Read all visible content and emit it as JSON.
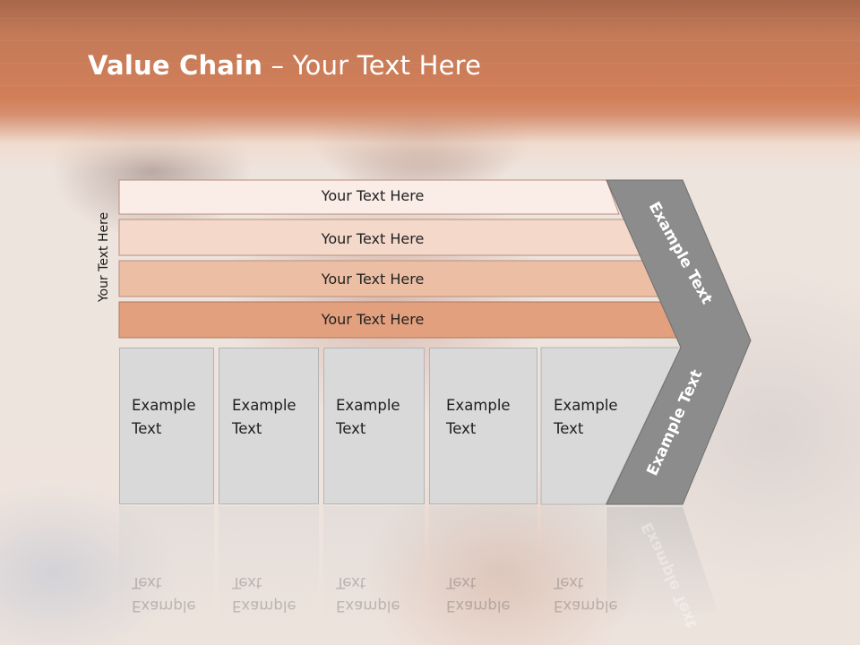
{
  "title": {
    "bold": "Value Chain",
    "rest": " – Your Text Here"
  },
  "side_label": "Your Text Here",
  "rows": [
    {
      "label": "Your Text Here",
      "color": "#faece6"
    },
    {
      "label": "Your Text Here",
      "color": "#f4d8ca"
    },
    {
      "label": "Your Text Here",
      "color": "#ecbfa5"
    },
    {
      "label": "Your Text Here",
      "color": "#e3a07e"
    }
  ],
  "columns": [
    {
      "line1": "Example",
      "line2": "Text"
    },
    {
      "line1": "Example",
      "line2": "Text"
    },
    {
      "line1": "Example",
      "line2": "Text"
    },
    {
      "line1": "Example",
      "line2": "Text"
    },
    {
      "line1": "Example",
      "line2": "Text"
    }
  ],
  "chevron": {
    "upper_label": "Example Text",
    "lower_label": "Example Text",
    "color": "#8c8c8c",
    "edge_color": "#6f6f6f"
  },
  "reflection_label": "Example Text"
}
